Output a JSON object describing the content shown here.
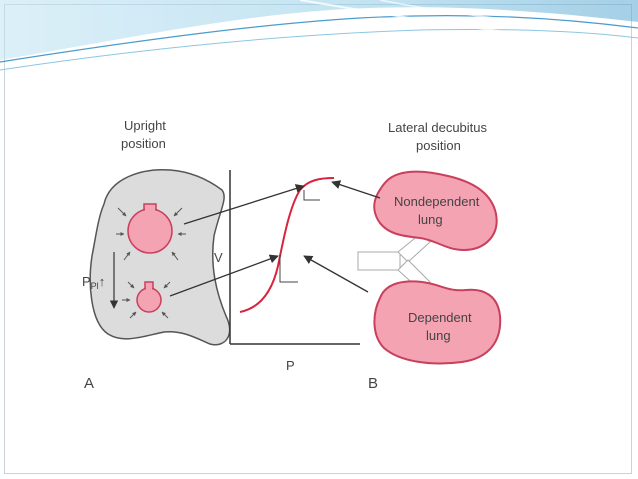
{
  "figure": {
    "panel_a": {
      "letter": "A",
      "title_line1": "Upright",
      "title_line2": "position",
      "pressure_label": "P",
      "pressure_sub": "Pl",
      "pressure_arrow": "↑"
    },
    "graph": {
      "y_axis_label": "V",
      "x_axis_label": "P"
    },
    "panel_b": {
      "letter": "B",
      "title_line1": "Lateral decubitus",
      "title_line2": "position",
      "top_lung_line1": "Nondependent",
      "top_lung_line2": "lung",
      "bottom_lung_line1": "Dependent",
      "bottom_lung_line2": "lung"
    }
  },
  "colors": {
    "lung_fill": "#f4a3b3",
    "lung_stroke": "#c8405c",
    "curve": "#d8243e",
    "thorax_fill": "#dcdcdc",
    "header_blue": "#6fb4d6"
  }
}
